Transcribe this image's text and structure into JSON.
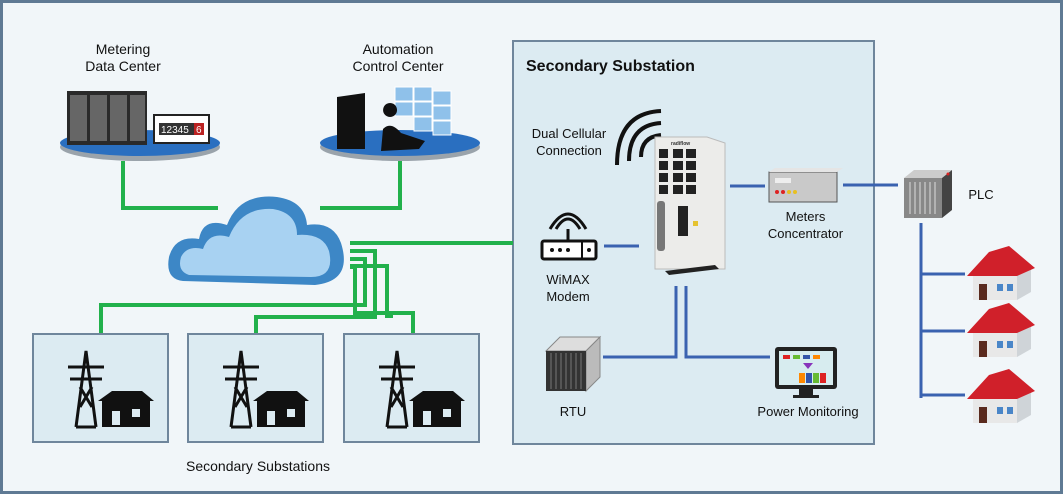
{
  "colors": {
    "frame": "#5f7a94",
    "background": "#f1f6f9",
    "box_fill": "#dcebf2",
    "box_border": "#6f869c",
    "green_link": "#22b14c",
    "blue_link": "#3a62b0",
    "cloud": "#3d87c6",
    "house_roof": "#d0202a"
  },
  "nodes": {
    "metering": {
      "line1": "Metering",
      "line2": "Data Center",
      "meter_digits": "12345",
      "meter_last_digit": "6"
    },
    "automation": {
      "line1": "Automation",
      "line2": "Control Center"
    },
    "secondary_substations": {
      "label": "Secondary Substations",
      "count": 3
    },
    "secondary_substation_box": {
      "title": "Secondary Substation"
    },
    "cellular": {
      "line1": "Dual Cellular",
      "line2": "Connection"
    },
    "wimax": {
      "line1": "WiMAX",
      "line2": "Modem"
    },
    "meters": {
      "line1": "Meters",
      "line2": "Concentrator"
    },
    "rtu": {
      "label": "RTU"
    },
    "power_monitoring": {
      "label": "Power Monitoring"
    },
    "plc": {
      "label": "PLC"
    },
    "router_brand": "radiflow",
    "homes_count": 3
  }
}
